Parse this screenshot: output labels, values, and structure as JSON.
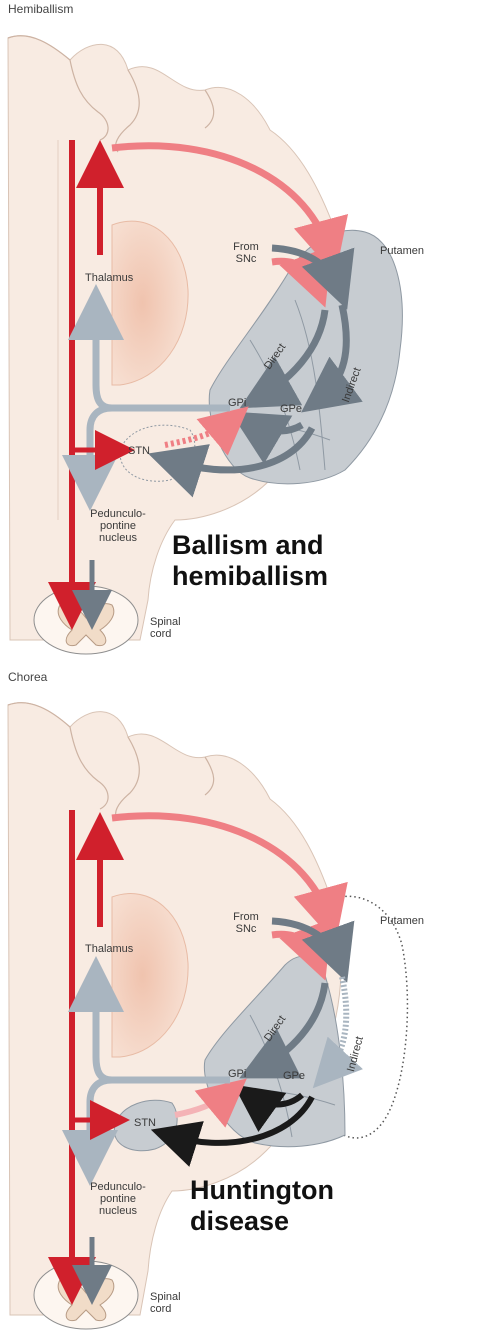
{
  "top": {
    "heading": "Hemiballism",
    "caption_line1": "Ballism and",
    "caption_line2": "hemiballism",
    "labels": {
      "from_line1": "From",
      "from_line2": "SNc",
      "putamen": "Putamen",
      "thalamus": "Thalamus",
      "direct": "Direct",
      "indirect": "Indirect",
      "gpi": "GPi",
      "gpe": "GPe",
      "stn": "STN",
      "ppn_line1": "Pedunculo-",
      "ppn_line2": "pontine",
      "ppn_line3": "nucleus",
      "spinal_line1": "Spinal",
      "spinal_line2": "cord"
    }
  },
  "bottom": {
    "heading": "Chorea",
    "caption_line1": "Huntington",
    "caption_line2": "disease",
    "labels": {
      "from_line1": "From",
      "from_line2": "SNc",
      "putamen": "Putamen",
      "thalamus": "Thalamus",
      "direct": "Direct",
      "indirect": "Indirect",
      "gpi": "GPi",
      "gpe": "GPe",
      "stn": "STN",
      "ppn_line1": "Pedunculo-",
      "ppn_line2": "pontine",
      "ppn_line3": "nucleus",
      "spinal_line1": "Spinal",
      "spinal_line2": "cord"
    }
  },
  "colors": {
    "excitatory_red": "#d0202c",
    "light_red": "#ef7f84",
    "inhibitory_gray": "#6f7b86",
    "light_gray": "#a9b5c0",
    "black_arrow": "#1a1a1a",
    "cortex_fill": "#f6e6dc",
    "thalamus_fill": "#f2cdbb",
    "basal_ganglia_fill": "#c7ccd1"
  }
}
